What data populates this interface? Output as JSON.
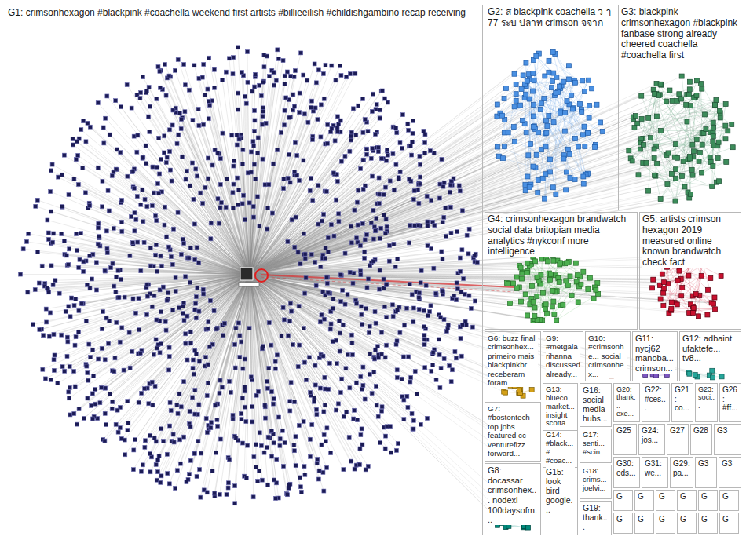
{
  "diagram": {
    "nodes": [
      {
        "text": [
          "G1: crimsonhexagon #blackpink #coachella weekend first artists #billieeilish #childishgambino recap receiving"
        ]
      },
      {
        "text": [
          "G2: ส blackpink coachella ว ๅ 77 ระบ ปลาท crimson จจาก"
        ]
      },
      {
        "text": [
          "G3: blackpink crimsonhexagon #blackpink fanbase strong already cheered coachella #coachella first"
        ]
      },
      {
        "text": [
          "G4: crimsonhexagon brandwatch social data britopian media analytics #nykconf more intelligence"
        ]
      },
      {
        "text": [
          "G5: artists crimson hexagon 2019 measured online known brandwatch check fact"
        ]
      },
      {
        "text": [
          "G6: buzz final crimsonhex... primeiro mais blackpinkbr... receberam foram..."
        ]
      },
      {
        "text": [
          "G9: #metgala rihanna discussed already..."
        ]
      },
      {
        "text": [
          "G10: #crimsonhe... social crimsonhex..."
        ]
      },
      {
        "text": [
          "G11: nycj62 manoba... crimson..."
        ]
      },
      {
        "text": [
          "G12: adbaint ufaktefe... tv8..."
        ]
      },
      {
        "text": [
          "G13: blueco... market... insight scotta..."
        ]
      },
      {
        "text": [
          "G16: social media hubs..."
        ]
      },
      {
        "text": [
          "G20: thank... exe..."
        ]
      },
      {
        "text": [
          "G22: #ces..."
        ]
      },
      {
        "text": [
          "G21: co..."
        ]
      },
      {
        "text": [
          "G23: soci..."
        ]
      },
      {
        "text": [
          "G26: #ff..."
        ]
      },
      {
        "text": [
          "G7: #bostontech top jobs featured cc venturefizz forward..."
        ]
      },
      {
        "text": [
          "G25"
        ]
      },
      {
        "text": [
          "G24: jos..."
        ]
      },
      {
        "text": [
          "G27"
        ]
      },
      {
        "text": [
          "G28"
        ]
      },
      {
        "text": [
          "G3"
        ]
      },
      {
        "text": [
          "G14: #black... # #coac..."
        ]
      },
      {
        "text": [
          "G17: senti... #scin..."
        ]
      },
      {
        "text": [
          "G30: eds..."
        ]
      },
      {
        "text": [
          "G31: we..."
        ]
      },
      {
        "text": [
          "G29: pa..."
        ]
      },
      {
        "text": [
          "G3"
        ]
      },
      {
        "text": [
          "G3"
        ]
      },
      {
        "text": [
          "G8: docassar crimsonhex... nodexl 100daysofm..."
        ]
      },
      {
        "text": [
          "G15: look bird google..."
        ]
      },
      {
        "text": [
          "G18: crims... joelvi..."
        ]
      },
      {
        "text": [
          "G19: thank..."
        ]
      },
      {
        "text": [
          "G"
        ]
      },
      {
        "text": [
          "G"
        ]
      },
      {
        "text": [
          "G"
        ]
      },
      {
        "text": [
          "G"
        ]
      },
      {
        "text": [
          "G"
        ]
      },
      {
        "text": [
          "G"
        ]
      },
      {
        "text": [
          "G"
        ]
      },
      {
        "text": [
          "G"
        ]
      },
      {
        "text": [
          "G"
        ]
      },
      {
        "text": [
          "G"
        ]
      },
      {
        "text": [
          "G"
        ]
      },
      {
        "text": [
          "G"
        ]
      }
    ]
  }
}
